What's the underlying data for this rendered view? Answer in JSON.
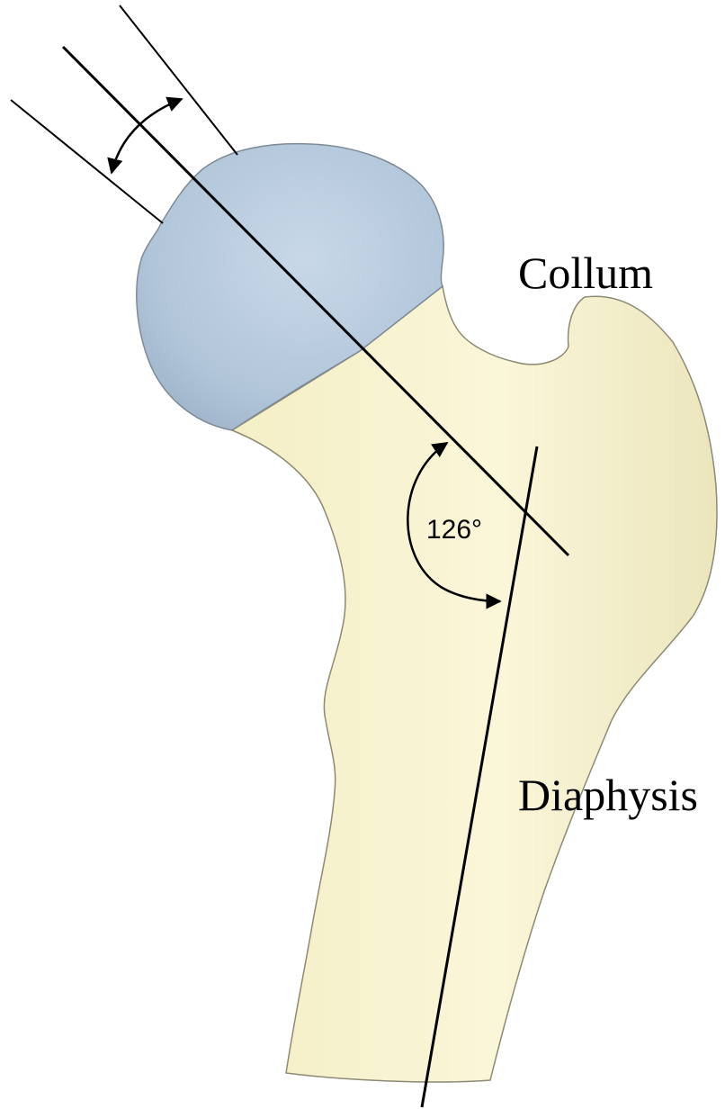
{
  "labels": {
    "collum": "Collum",
    "diaphysis": "Diaphysis",
    "neck_shaft_angle": "126°"
  },
  "colors": {
    "bone": "#f8f3d0",
    "bone_edge": "#8c8a74",
    "head": "#b4c8dc",
    "head_shade": "#9fb6cc",
    "line": "#000000",
    "background": "#ffffff"
  }
}
